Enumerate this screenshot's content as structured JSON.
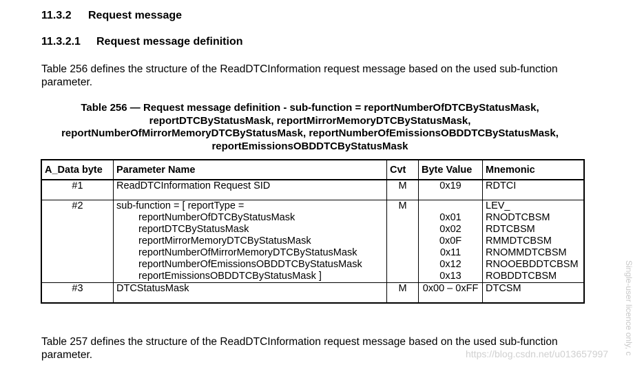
{
  "heading2": {
    "num": "11.3.2",
    "title": "Request message"
  },
  "heading3": {
    "num": "11.3.2.1",
    "title": "Request message definition"
  },
  "intro": "Table 256 defines the structure of the ReadDTCInformation request message based on the used sub-function parameter.",
  "caption": [
    "Table 256 — Request message definition - sub-function = reportNumberOfDTCByStatusMask,",
    "reportDTCByStatusMask, reportMirrorMemoryDTCByStatusMask,",
    "reportNumberOfMirrorMemoryDTCByStatusMask, reportNumberOfEmissionsOBDDTCByStatusMask,",
    "reportEmissionsOBDDTCByStatusMask"
  ],
  "table": {
    "headers": [
      "A_Data byte",
      "Parameter Name",
      "Cvt",
      "Byte Value",
      "Mnemonic"
    ],
    "row1": {
      "byte": "#1",
      "param": "ReadDTCInformation Request SID",
      "cvt": "M",
      "value": "0x19",
      "mnemonic": "RDTCI"
    },
    "row2": {
      "byte": "#2",
      "param_head": "sub-function = [ reportType =",
      "cvt": "M",
      "mnemonic_head": "LEV_",
      "items": [
        {
          "param": "reportNumberOfDTCByStatusMask",
          "value": "0x01",
          "mnemonic": "RNODTCBSM"
        },
        {
          "param": "reportDTCByStatusMask",
          "value": "0x02",
          "mnemonic": "RDTCBSM"
        },
        {
          "param": "reportMirrorMemoryDTCByStatusMask",
          "value": "0x0F",
          "mnemonic": "RMMDTCBSM"
        },
        {
          "param": "reportNumberOfMirrorMemoryDTCByStatusMask",
          "value": "0x11",
          "mnemonic": "RNOMMDTCBSM"
        },
        {
          "param": "reportNumberOfEmissionsOBDDTCByStatusMask",
          "value": "0x12",
          "mnemonic": "RNOOEBDDTCBSM"
        },
        {
          "param": "reportEmissionsOBDDTCByStatusMask ]",
          "value": "0x13",
          "mnemonic": "ROBDDTCBSM"
        }
      ]
    },
    "row3": {
      "byte": "#3",
      "param": "DTCStatusMask",
      "cvt": "M",
      "value": "0x00 – 0xFF",
      "mnemonic": "DTCSM"
    }
  },
  "outro": "Table 257 defines the structure of the ReadDTCInformation request message based on the used sub-function parameter.",
  "watermark_vertical": "Single-user licence only, c",
  "watermark_url": "https://blog.csdn.net/u013657997"
}
